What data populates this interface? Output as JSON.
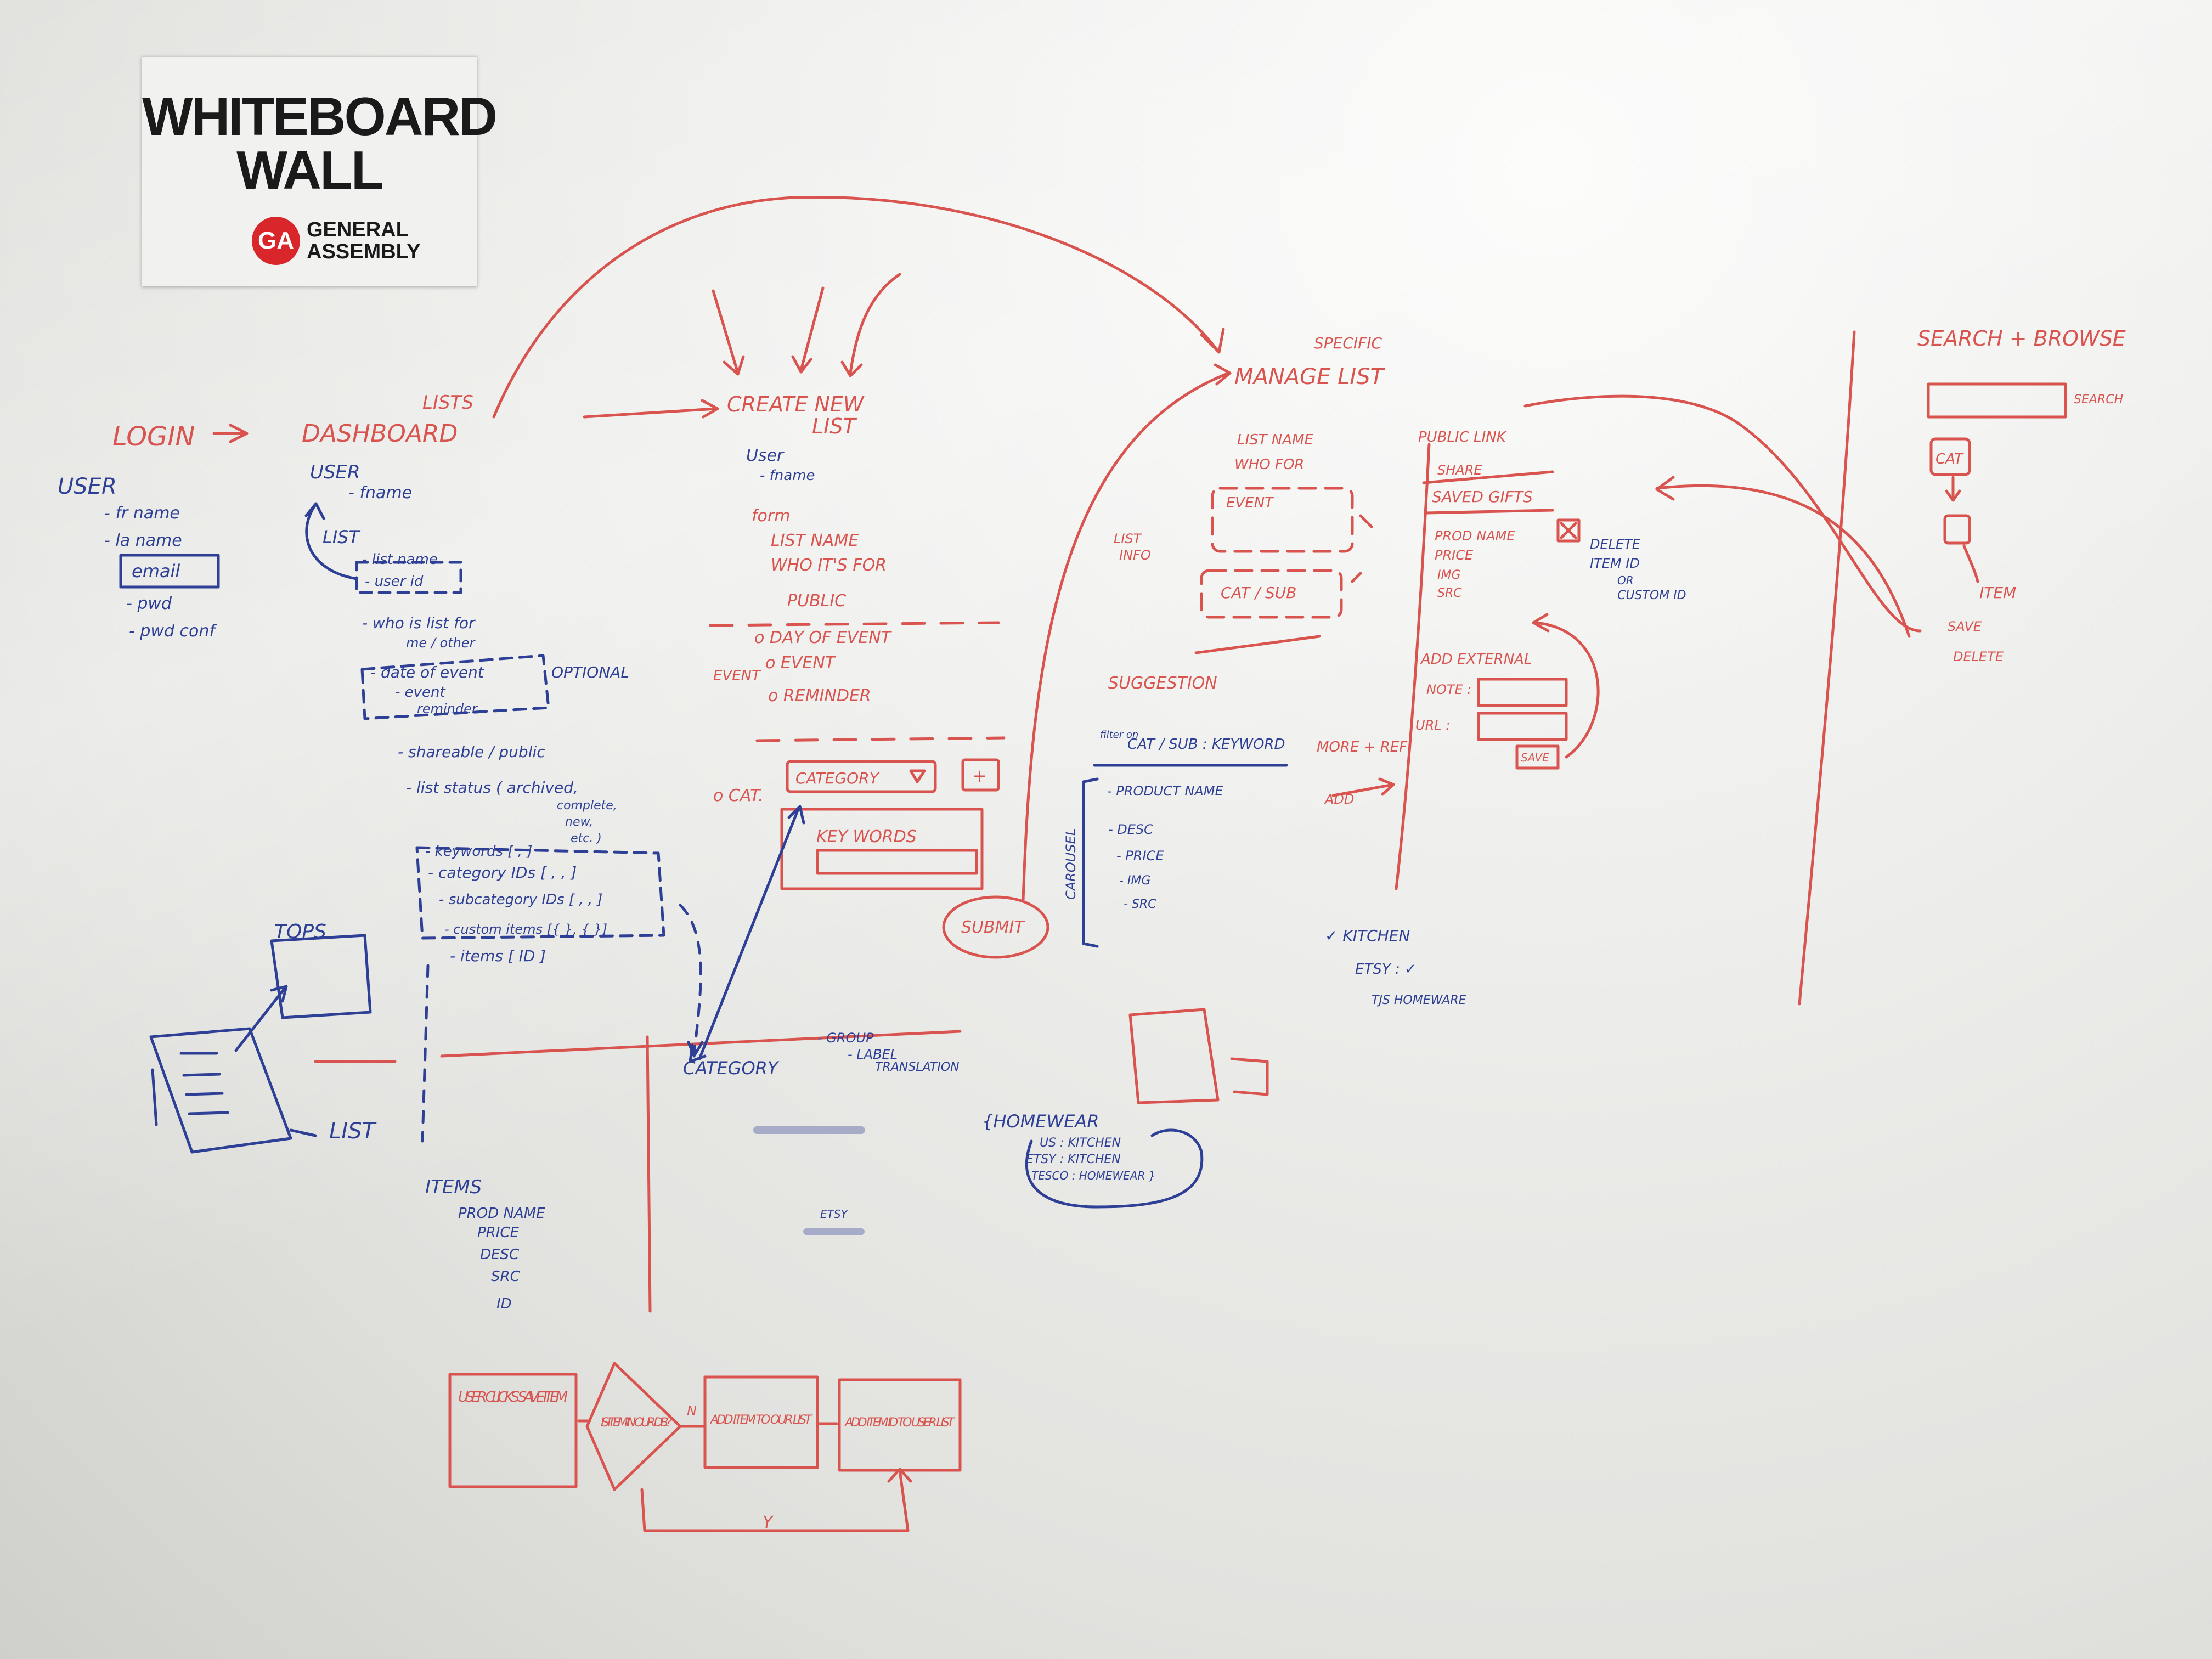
{
  "sign": {
    "title": "WHITEBOARD\nWALL",
    "logo": "GA",
    "org": "GENERAL\nASSEMBLY"
  },
  "colors": {
    "red_marker": "#d9534f",
    "blue_marker": "#2e3f96",
    "board": "#ecebe8"
  },
  "login": {
    "title": "LOGIN",
    "user": "USER",
    "fields": [
      "- fr name",
      "- la name",
      "email",
      "- pwd",
      "- pwd conf"
    ]
  },
  "dashboard": {
    "title": "DASHBOARD",
    "lists_label": "LISTS",
    "user": "USER",
    "user_fname": "- fname",
    "list": "LIST",
    "list_name": "- list name",
    "user_id": "- user id",
    "who_for": "- who is list for",
    "who_for_2": "me / other",
    "date_event": "- date of event",
    "event": "- event",
    "reminder": "reminder",
    "optional": "OPTIONAL",
    "shareable": "- shareable / public",
    "status": "- list status ( archived,",
    "status_2": "complete,",
    "status_3": "new,",
    "status_4": "etc. )",
    "keywords": "- keywords [ , ]",
    "category_ids": "- category IDs [ , , ]",
    "subcategory_ids": "- subcategory IDs [ , , ]",
    "custom_items": "- custom items [{ }, { }]",
    "items": "- items [ ID ]"
  },
  "create_list": {
    "title": "CREATE NEW",
    "title_2": "LIST",
    "user": "User",
    "user_fname": "- fname",
    "form": "form",
    "list_name": "LIST NAME",
    "who_for": "WHO IT'S FOR",
    "public": "PUBLIC",
    "day_of_event": "o DAY OF EVENT",
    "event": "o EVENT",
    "reminder": "o REMINDER",
    "event_side": "EVENT",
    "category": "CATEGORY",
    "plus": "+",
    "cat": "o CAT.",
    "keywords": "KEY WORDS",
    "submit": "SUBMIT"
  },
  "manage_list": {
    "specific": "SPECIFIC",
    "title": "MANAGE LIST",
    "list_name": "LIST NAME",
    "who_for": "WHO FOR",
    "event": "EVENT",
    "cat_sub": "CAT / SUB",
    "list_info": "LIST",
    "list_info_2": "INFO",
    "public_link": "PUBLIC LINK",
    "share": "SHARE",
    "saved_gifts": "SAVED GIFTS",
    "prod_name": "PROD NAME",
    "price": "PRICE",
    "img": "IMG",
    "src": "SRC",
    "delete": "DELETE",
    "item_id": "ITEM ID",
    "or": "OR",
    "custom_id": "CUSTOM ID",
    "add_external": "ADD EXTERNAL",
    "note": "NOTE :",
    "url": "URL :",
    "save": "SAVE",
    "suggestion": "SUGGESTION",
    "filter_on": "filter on",
    "cat_sub_keyword": "CAT / SUB : KEYWORD",
    "more_ref": "MORE + REF",
    "add": "ADD",
    "carousel": "CAROUSEL",
    "product_name": "- PRODUCT NAME",
    "desc": "- DESC",
    "price2": "- PRICE",
    "img2": "- IMG",
    "src2": "- SRC"
  },
  "search": {
    "title": "SEARCH + BROWSE",
    "search": "SEARCH",
    "cat": "CAT",
    "item": "ITEM",
    "save": "SAVE",
    "delete": "DELETE"
  },
  "kitchen": {
    "line1": "✓ KITCHEN",
    "line2": "ETSY : ✓",
    "line3": "TJS   HOMEWARE"
  },
  "tops": {
    "tops": "TOPS",
    "list": "LIST"
  },
  "category_table": {
    "category": "CATEGORY",
    "group": "- GROUP",
    "label": "- LABEL",
    "translation": "TRANSLATION",
    "etsy": "ETSY"
  },
  "items_entity": {
    "title": "ITEMS",
    "fields": [
      "PROD NAME",
      "PRICE",
      "DESC",
      "SRC",
      "ID"
    ]
  },
  "homewear": {
    "title": "{HOMEWEAR",
    "lines": [
      "US : KITCHEN",
      "ETSY : KITCHEN",
      "TESCO : HOMEWEAR }"
    ]
  },
  "flow": {
    "step1": "USER CLICKS SAVE ITEM",
    "decision": "IS ITEM IN OUR DB?",
    "no": "N",
    "step2": "ADD ITEM TO OUR LIST",
    "step3": "ADD ITEM ID TO USER LIST",
    "yes": "Y"
  }
}
